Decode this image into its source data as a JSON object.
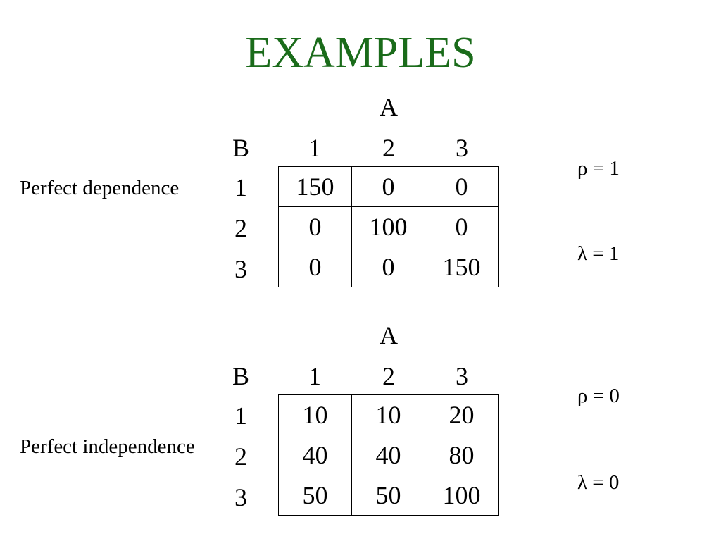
{
  "title": "EXAMPLES",
  "title_color": "#1a6b1a",
  "tables": [
    {
      "label": "Perfect dependence",
      "a_label": "A",
      "b_label": "B",
      "col_headers": [
        "1",
        "2",
        "3"
      ],
      "row_headers": [
        "1",
        "2",
        "3"
      ],
      "cells": [
        [
          "150",
          "0",
          "0"
        ],
        [
          "0",
          "100",
          "0"
        ],
        [
          "0",
          "0",
          "150"
        ]
      ],
      "stats": [
        "ρ = 1",
        "λ = 1"
      ]
    },
    {
      "label": "Perfect independence",
      "a_label": "A",
      "b_label": "B",
      "col_headers": [
        "1",
        "2",
        "3"
      ],
      "row_headers": [
        "1",
        "2",
        "3"
      ],
      "cells": [
        [
          "10",
          "10",
          "20"
        ],
        [
          "40",
          "40",
          "80"
        ],
        [
          "50",
          "50",
          "100"
        ]
      ],
      "stats": [
        "ρ = 0",
        "λ = 0"
      ]
    }
  ]
}
